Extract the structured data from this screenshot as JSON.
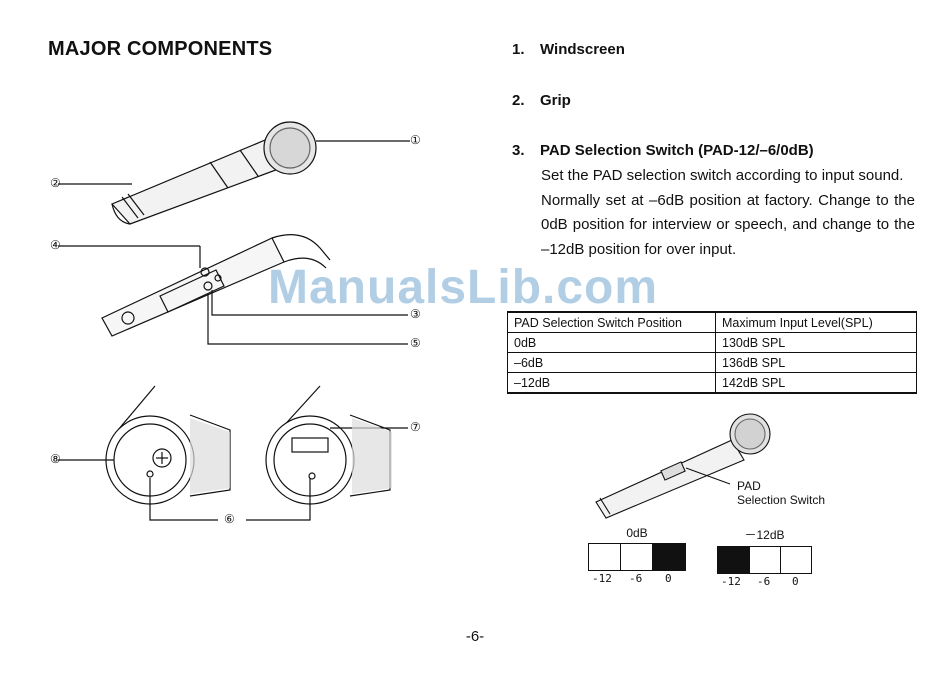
{
  "title": "MAJOR COMPONENTS",
  "items": [
    {
      "number": "1.",
      "label": "Windscreen"
    },
    {
      "number": "2.",
      "label": "Grip"
    },
    {
      "number": "3.",
      "label": "PAD Selection Switch (PAD-12/–6/0dB)"
    }
  ],
  "item3_text": {
    "p1": "Set the PAD selection switch according to input sound.",
    "p2": "Normally set at –6dB position at factory. Change to the 0dB position for interview or speech, and change to the –12dB position for over input."
  },
  "table": {
    "headers": [
      "PAD Selection Switch Position",
      "Maximum Input Level(SPL)"
    ],
    "rows": [
      [
        "0dB",
        "130dB SPL"
      ],
      [
        "–6dB",
        "136dB SPL"
      ],
      [
        "–12dB",
        "142dB SPL"
      ]
    ]
  },
  "callouts": [
    "①",
    "②",
    "③",
    "④",
    "⑤",
    "⑥",
    "⑦",
    "⑧"
  ],
  "small_fig": {
    "pad_label": "PAD",
    "switch_label": "Selection Switch"
  },
  "switch_diagrams": [
    {
      "title": "0dB",
      "selected": "0",
      "ticks": [
        "-12",
        "-6",
        "0"
      ]
    },
    {
      "title": "－12dB",
      "selected": "-12",
      "ticks": [
        "-12",
        "-6",
        "0"
      ]
    }
  ],
  "watermark": "ManualsLib.com",
  "page_number": "-6-"
}
